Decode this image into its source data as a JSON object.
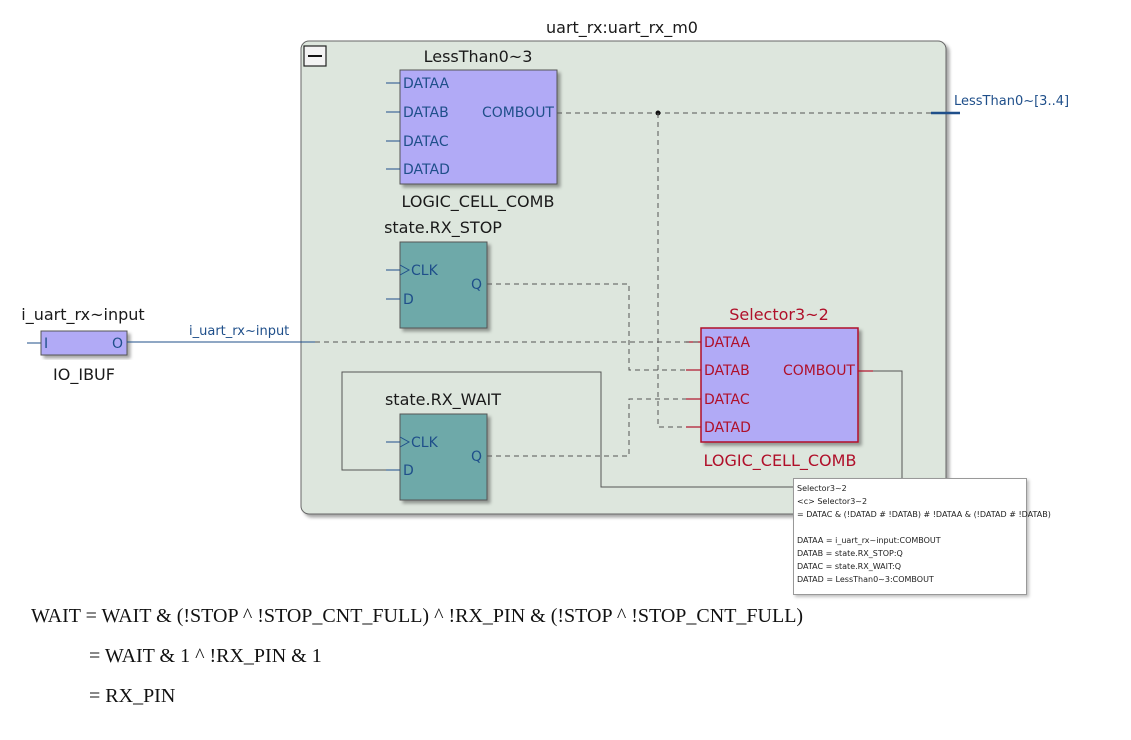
{
  "module": {
    "title": "uart_rx:uart_rx_m0",
    "collapse_symbol": "−"
  },
  "lessthan": {
    "name": "LessThan0~3",
    "pins_in": [
      "DATAA",
      "DATAB",
      "DATAC",
      "DATAD"
    ],
    "pin_out": "COMBOUT",
    "type": "LOGIC_CELL_COMB"
  },
  "output_net": {
    "label": "LessThan0~[3..4]"
  },
  "rx_stop": {
    "name": "state.RX_STOP",
    "clk": "CLK",
    "d": "D",
    "q": "Q"
  },
  "rx_wait": {
    "name": "state.RX_WAIT",
    "clk": "CLK",
    "d": "D",
    "q": "Q"
  },
  "selector": {
    "name": "Selector3~2",
    "pins_in": [
      "DATAA",
      "DATAB",
      "DATAC",
      "DATAD"
    ],
    "pin_out": "COMBOUT",
    "type": "LOGIC_CELL_COMB"
  },
  "input_buf": {
    "name": "i_uart_rx~input",
    "pin_i": "I",
    "pin_o": "O",
    "type": "IO_IBUF",
    "net_label": "i_uart_rx~input"
  },
  "tooltip": {
    "lines": [
      "Selector3~2",
      "<c> Selector3~2",
      "= DATAC & (!DATAD # !DATAB) # !DATAA & (!DATAD # !DATAB)",
      "",
      "DATAA = i_uart_rx~input:COMBOUT",
      "DATAB = state.RX_STOP:Q",
      "DATAC = state.RX_WAIT:Q",
      "DATAD = LessThan0~3:COMBOUT"
    ]
  },
  "equations": [
    "WAIT = WAIT &  (!STOP ^ !STOP_CNT_FULL) ^ !RX_PIN & (!STOP ^ !STOP_CNT_FULL)",
    "= WAIT & 1 ^ !RX_PIN & 1",
    "= RX_PIN"
  ],
  "colors": {
    "module_fill": "#dde6dd",
    "lessthan_fill": "#b1aaf6",
    "selector_fill": "#b1aaf6",
    "selector_border": "#b0102a",
    "dff_fill": "#6ea9a9",
    "ibuf_fill": "#b1aaf6",
    "pin_blue": "#1f4f8a"
  }
}
